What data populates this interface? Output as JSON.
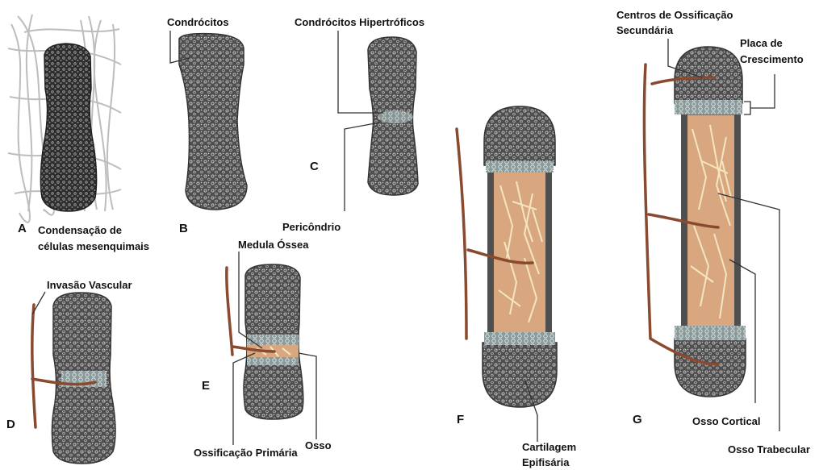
{
  "stages": {
    "a": {
      "letter": "A",
      "caption_line1": "Condensação de",
      "caption_line2": "células mesenquimais"
    },
    "b": {
      "letter": "B",
      "label_chondrocytes": "Condrócitos"
    },
    "c": {
      "letter": "C",
      "label_hypertrophic": "Condrócitos Hipertróficos",
      "label_perichondrium": "Pericôndrio"
    },
    "d": {
      "letter": "D",
      "label_vascular": "Invasão Vascular"
    },
    "e": {
      "letter": "E",
      "label_marrow": "Medula Óssea",
      "label_primary": "Ossificação Primária",
      "label_bone": "Osso"
    },
    "f": {
      "letter": "F",
      "label_cartilage_line1": "Cartilagem",
      "label_cartilage_line2": "Epifisária"
    },
    "g": {
      "letter": "G",
      "label_secondary_line1": "Centros de Ossificação",
      "label_secondary_line2": "Secundária",
      "label_plate_line1": "Placa de",
      "label_plate_line2": "Crescimento",
      "label_cortical": "Osso Cortical",
      "label_trabecular": "Osso Trabecular"
    }
  },
  "colors": {
    "cartilage": "#5e5e5e",
    "cartilage_dots": "#cfcfcf",
    "bone": "#d9a77f",
    "vessel": "#8a4a2f",
    "leader": "#333333",
    "mesenchyme": "#bdbdbd"
  }
}
